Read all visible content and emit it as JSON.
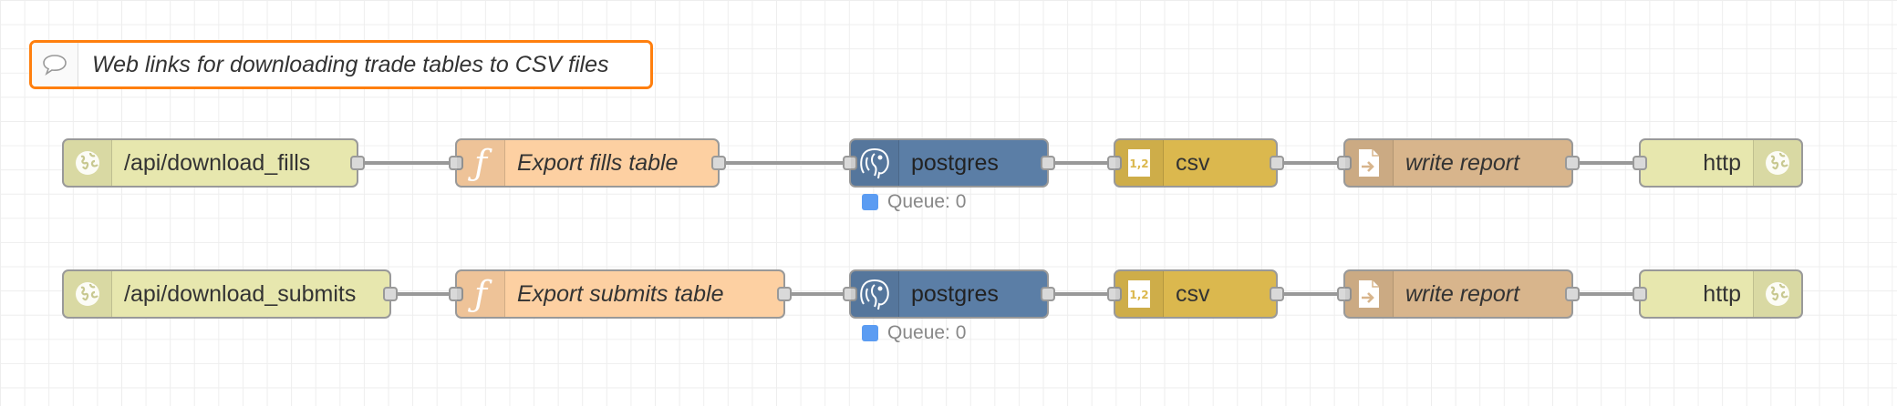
{
  "colors": {
    "http": "#e7e7ae",
    "function": "#fdd0a2",
    "postgres": "#5b7ea6",
    "csv": "#dbb84e",
    "file": "#d8b58c",
    "queue_dot": "#5b9cf2",
    "comment_border": "#ff7f0e"
  },
  "comment": {
    "icon": "speech-bubble-icon",
    "text": "Web links for downloading trade tables to CSV files"
  },
  "flows": [
    {
      "http_in": {
        "label": "/api/download_fills",
        "icon": "globe-icon"
      },
      "function": {
        "label": "Export fills table",
        "icon": "function-icon"
      },
      "postgres": {
        "label": "postgres",
        "icon": "elephant-icon",
        "status": "Queue: 0"
      },
      "csv": {
        "label": "csv",
        "icon": "csv-icon"
      },
      "write": {
        "label": "write report",
        "icon": "file-out-icon"
      },
      "http_out": {
        "label": "http",
        "icon": "globe-icon"
      }
    },
    {
      "http_in": {
        "label": "/api/download_submits",
        "icon": "globe-icon"
      },
      "function": {
        "label": "Export submits table",
        "icon": "function-icon"
      },
      "postgres": {
        "label": "postgres",
        "icon": "elephant-icon",
        "status": "Queue: 0"
      },
      "csv": {
        "label": "csv",
        "icon": "csv-icon"
      },
      "write": {
        "label": "write report",
        "icon": "file-out-icon"
      },
      "http_out": {
        "label": "http",
        "icon": "globe-icon"
      }
    }
  ]
}
